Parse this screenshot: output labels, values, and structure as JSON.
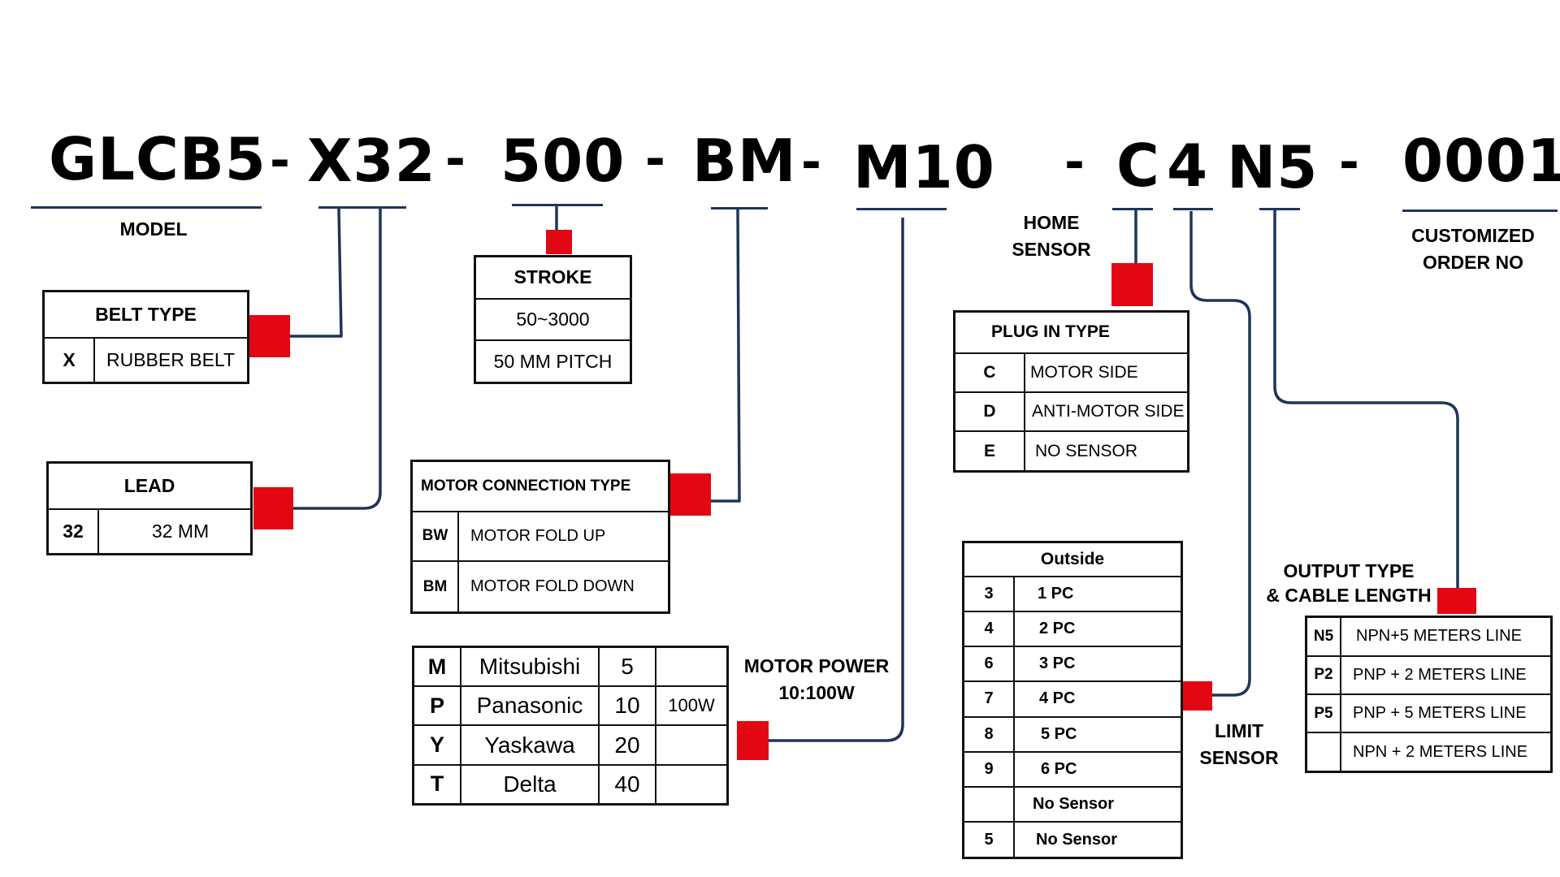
{
  "code": {
    "model": "GLCB5",
    "belt_lead": "X32",
    "stroke": "500",
    "motor_connection": "BM",
    "motor": "M10",
    "home_sensor": "C",
    "limit_sensor": "4",
    "output": "N5",
    "order_no": "0001",
    "separator": "-"
  },
  "labels": {
    "model": "MODEL",
    "home_sensor": [
      "HOME",
      "SENSOR"
    ],
    "customized": [
      "CUSTOMIZED",
      "ORDER NO"
    ],
    "motor_power": [
      "MOTOR POWER",
      "10:100W"
    ],
    "limit_sensor": [
      "LIMIT",
      "SENSOR"
    ],
    "output_type": [
      "OUTPUT TYPE",
      "& CABLE LENGTH"
    ]
  },
  "belt_type": {
    "title": "BELT TYPE",
    "rows": [
      {
        "code": "X",
        "desc": "RUBBER BELT"
      }
    ]
  },
  "lead": {
    "title": "LEAD",
    "rows": [
      {
        "code": "32",
        "desc": "32 MM"
      }
    ]
  },
  "stroke": {
    "title": "STROKE",
    "rows": [
      "50~3000",
      "50 MM PITCH"
    ]
  },
  "motor_connection": {
    "title": "MOTOR CONNECTION TYPE",
    "rows": [
      {
        "code": "BW",
        "desc": "MOTOR FOLD UP"
      },
      {
        "code": "BM",
        "desc": "MOTOR FOLD DOWN"
      }
    ]
  },
  "motor_brand": {
    "rows": [
      {
        "code": "M",
        "brand": "Mitsubishi",
        "value": "5",
        "power": ""
      },
      {
        "code": "P",
        "brand": "Panasonic",
        "value": "10",
        "power": "100W"
      },
      {
        "code": "Y",
        "brand": "Yaskawa",
        "value": "20",
        "power": ""
      },
      {
        "code": "T",
        "brand": "Delta",
        "value": "40",
        "power": ""
      }
    ]
  },
  "plug_in_type": {
    "title": "PLUG IN TYPE",
    "rows": [
      {
        "code": "C",
        "desc": "MOTOR SIDE"
      },
      {
        "code": "D",
        "desc": "ANTI-MOTOR SIDE"
      },
      {
        "code": "E",
        "desc": "NO SENSOR"
      }
    ]
  },
  "limit_table": {
    "title": "Outside",
    "rows": [
      {
        "code": "3",
        "desc": "1 PC"
      },
      {
        "code": "4",
        "desc": "2 PC"
      },
      {
        "code": "6",
        "desc": "3 PC"
      },
      {
        "code": "7",
        "desc": "4 PC"
      },
      {
        "code": "8",
        "desc": "5 PC"
      },
      {
        "code": "9",
        "desc": "6 PC"
      },
      {
        "code": "",
        "desc": "No Sensor"
      },
      {
        "code": "5",
        "desc": "No Sensor"
      }
    ]
  },
  "output_table": {
    "rows": [
      {
        "code": "N5",
        "desc": "NPN+5 METERS LINE"
      },
      {
        "code": "P2",
        "desc": "PNP + 2 METERS LINE"
      },
      {
        "code": "P5",
        "desc": "PNP + 5 METERS LINE"
      },
      {
        "code": "",
        "desc": "NPN + 2 METERS LINE"
      }
    ]
  },
  "colors": {
    "marker": "#e30613",
    "connector": "#1f3558",
    "text": "#000000"
  }
}
